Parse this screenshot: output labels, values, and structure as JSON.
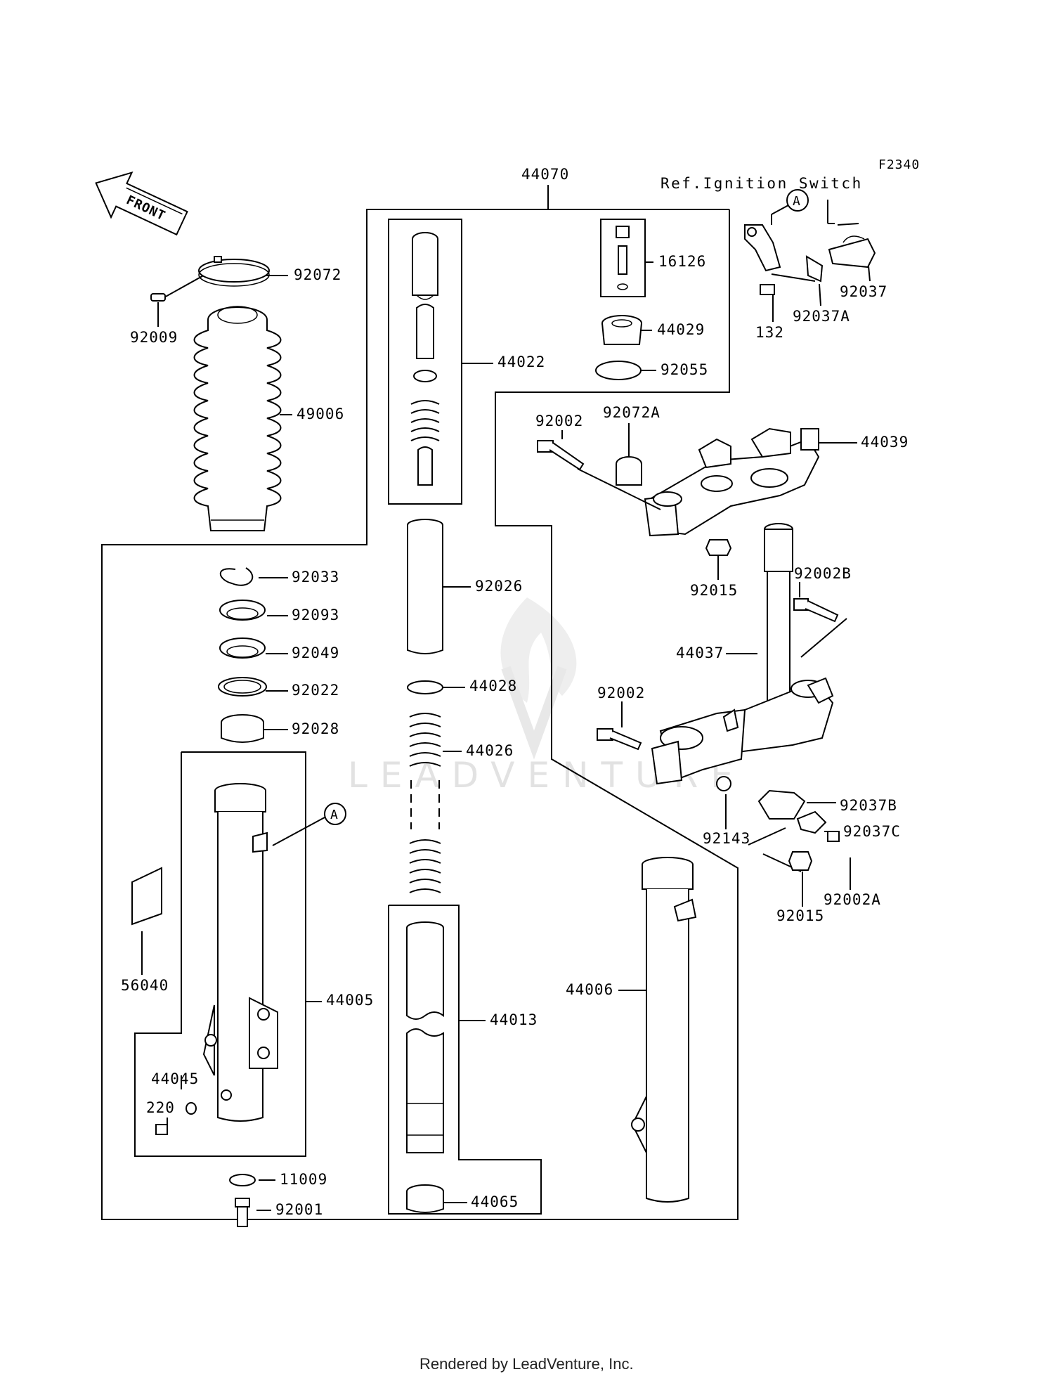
{
  "figure_code": "F2340",
  "reference_note": "Ref.Ignition Switch",
  "front_marker": "FRONT",
  "ref_marker": "A",
  "watermark": "LEADVENTURE",
  "footer": "Rendered by LeadVenture, Inc.",
  "labels": {
    "p44070": "44070",
    "p92072": "92072",
    "p92009": "92009",
    "p49006": "49006",
    "p44022": "44022",
    "p16126": "16126",
    "p44029": "44029",
    "p92055": "92055",
    "p92037": "92037",
    "p92037A": "92037A",
    "p132": "132",
    "p92002_top": "92002",
    "p92072A": "92072A",
    "p44039": "44039",
    "p92015_top": "92015",
    "p92002B": "92002B",
    "p44037": "44037",
    "p92002_mid": "92002",
    "p92037B": "92037B",
    "p92037C": "92037C",
    "p92143": "92143",
    "p92015_bot": "92015",
    "p92002A": "92002A",
    "p92033": "92033",
    "p92093": "92093",
    "p92049": "92049",
    "p92022": "92022",
    "p92028": "92028",
    "p92026": "92026",
    "p44028": "44028",
    "p44026": "44026",
    "p56040": "56040",
    "p44005": "44005",
    "p44045": "44045",
    "p220": "220",
    "p11009": "11009",
    "p92001": "92001",
    "p44013": "44013",
    "p44065": "44065",
    "p44006": "44006"
  }
}
